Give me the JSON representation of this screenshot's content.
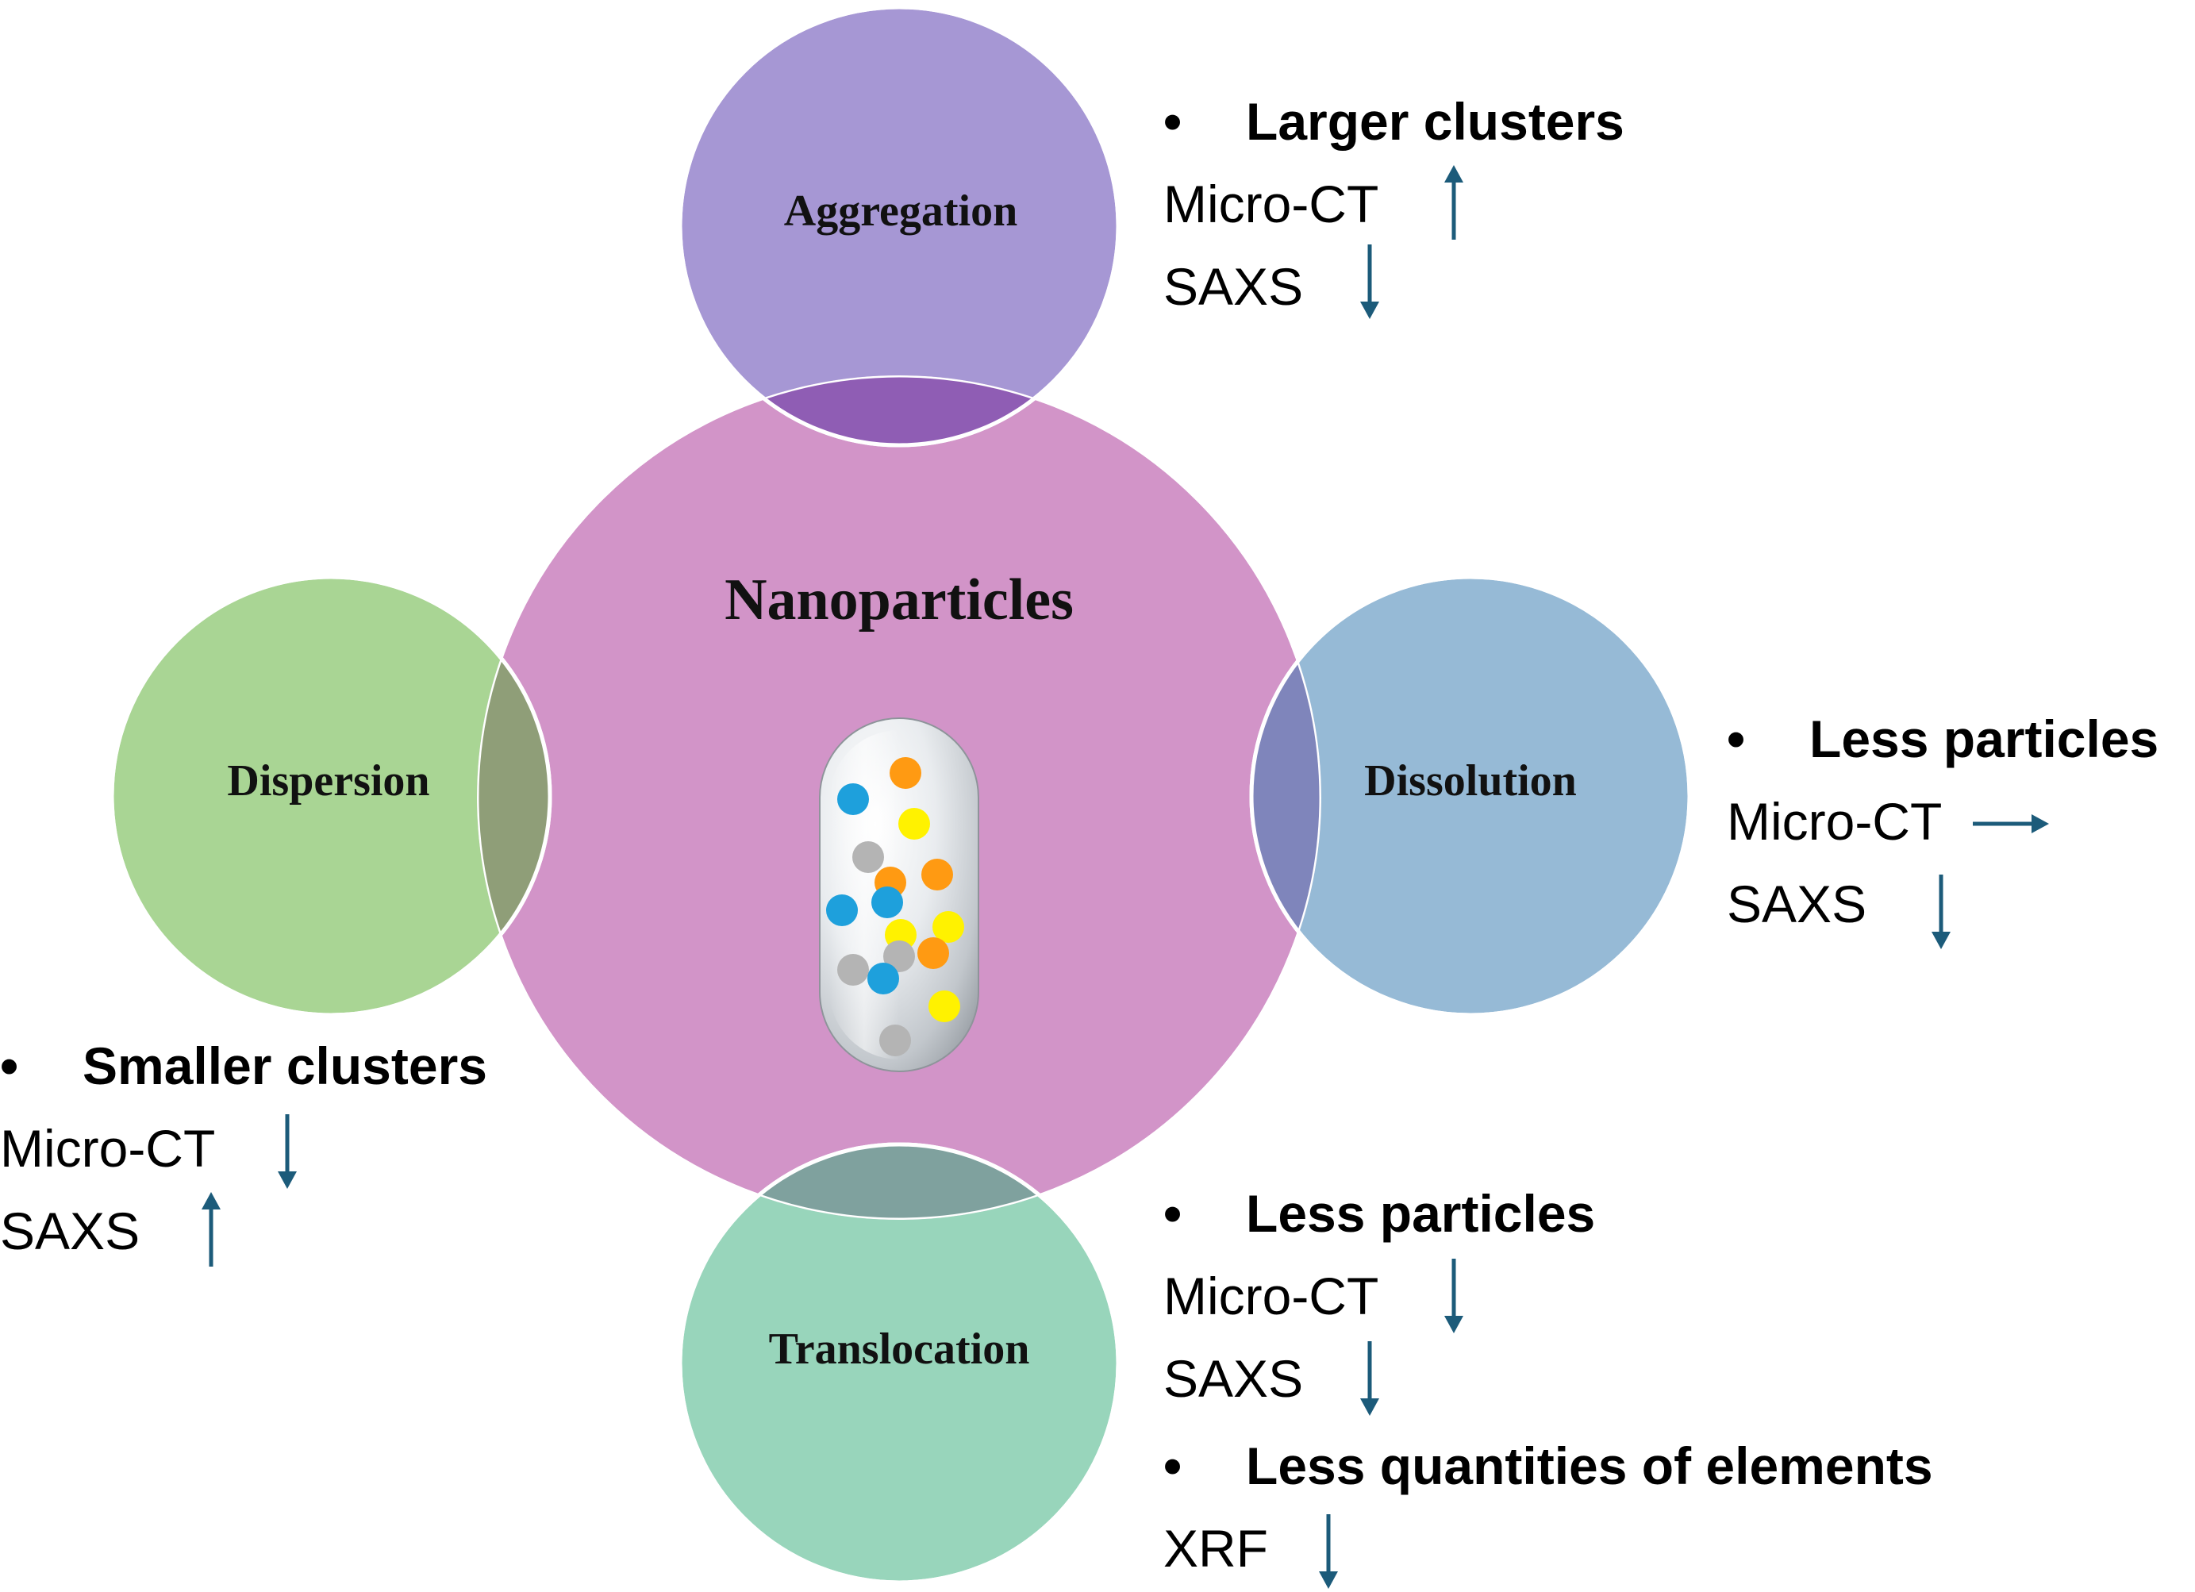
{
  "center": {
    "title": "Nanoparticles"
  },
  "processes": {
    "aggregation": {
      "label": "Aggregation"
    },
    "dispersion": {
      "label": "Dispersion"
    },
    "dissolution": {
      "label": "Dissolution"
    },
    "translocation": {
      "label": "Translocation"
    }
  },
  "effects": {
    "aggregation": {
      "heading": "Larger clusters",
      "methods": [
        {
          "name": "Micro-CT",
          "trend": "up-arrow"
        },
        {
          "name": "SAXS",
          "trend": "down-arrow"
        }
      ]
    },
    "dispersion": {
      "heading": "Smaller clusters",
      "methods": [
        {
          "name": "Micro-CT",
          "trend": "down-arrow"
        },
        {
          "name": "SAXS",
          "trend": "up-arrow"
        }
      ]
    },
    "dissolution": {
      "heading": "Less particles",
      "methods": [
        {
          "name": "Micro-CT",
          "trend": "right-arrow"
        },
        {
          "name": "SAXS",
          "trend": "down-arrow"
        }
      ]
    },
    "translocation": {
      "heading": "Less particles",
      "methods": [
        {
          "name": "Micro-CT",
          "trend": "down-arrow"
        },
        {
          "name": "SAXS",
          "trend": "down-arrow"
        }
      ],
      "heading2": "Less quantities of elements",
      "methods2": [
        {
          "name": "XRF",
          "trend": "down-arrow"
        }
      ]
    }
  },
  "colors": {
    "center": "#d294c8",
    "aggregation": "#a697d4",
    "dispersion": "#a9d594",
    "dissolution": "#96bad6",
    "translocation": "#98d5bb",
    "overlap_aggregation": "#8f5db4",
    "overlap_dispersion": "#8f9e78",
    "overlap_dissolution": "#7f85bb",
    "overlap_translocation": "#7fa19e",
    "arrow": "#1c5b7a",
    "particles": [
      "#1ea0dc",
      "#ff9a12",
      "#fff200",
      "#b4b4b4"
    ]
  },
  "bullet": "•"
}
